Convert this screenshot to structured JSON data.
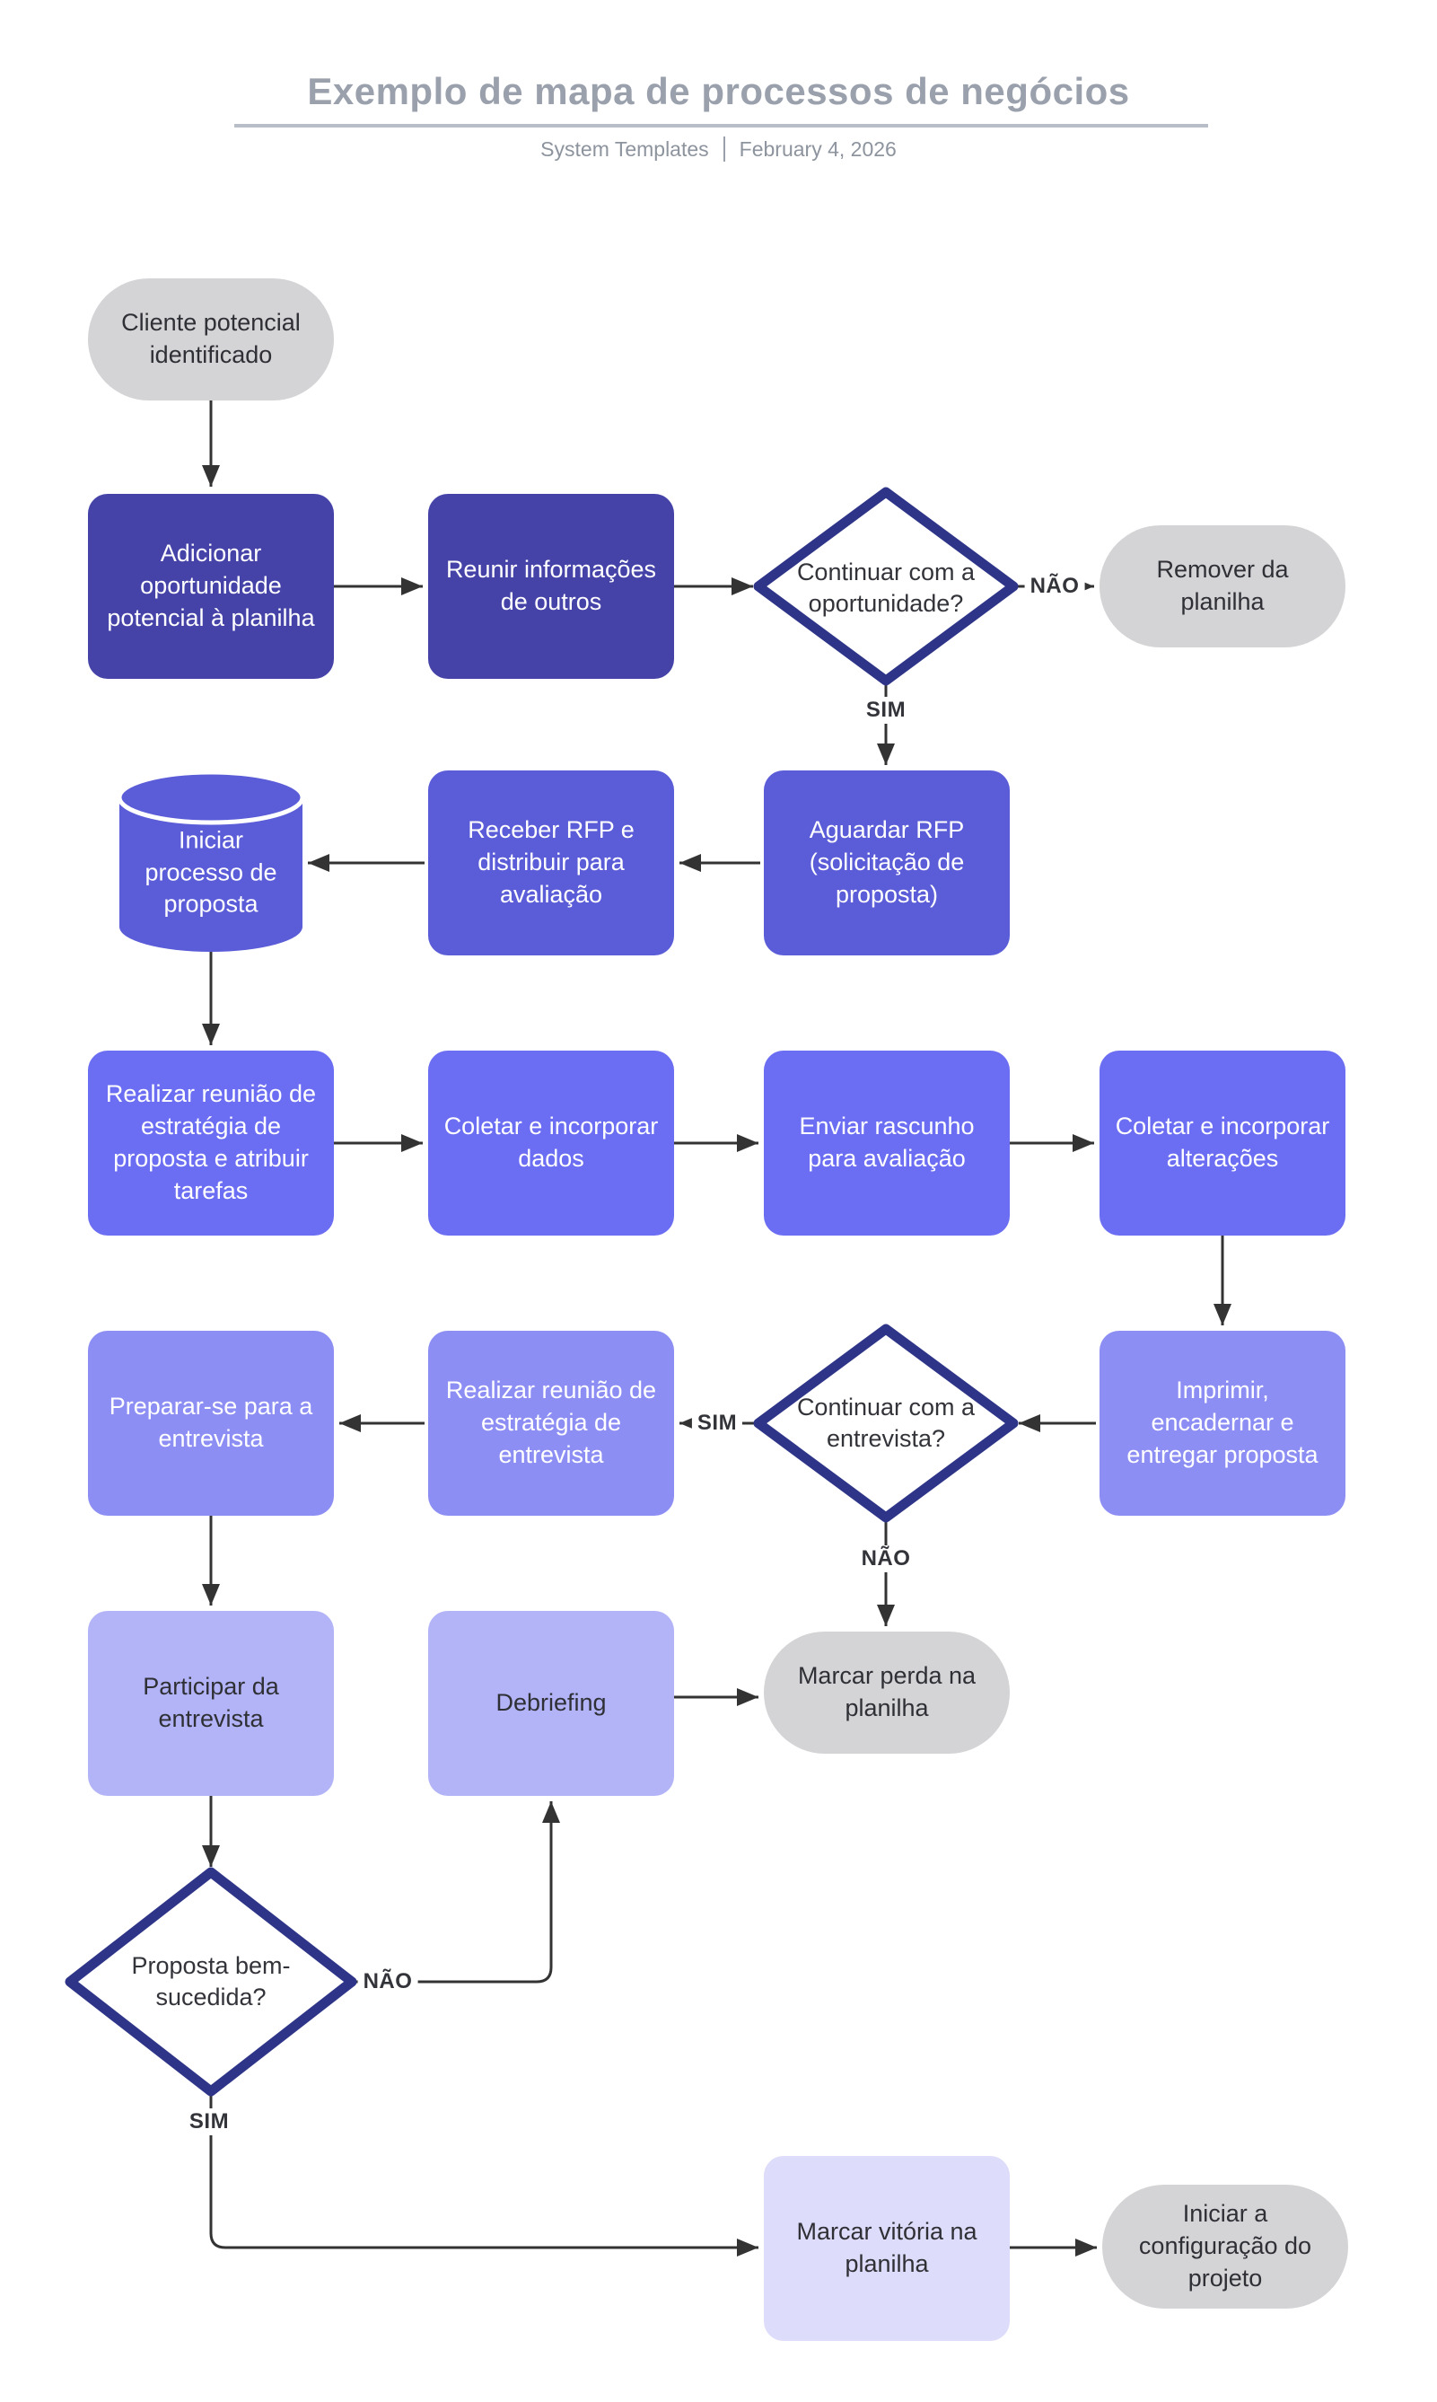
{
  "header": {
    "title": "Exemplo de mapa de processos de negócios",
    "subtitle_left": "System Templates",
    "subtitle_right": "February 4, 2026"
  },
  "labels": {
    "yes": "SIM",
    "no": "NÃO"
  },
  "nodes": {
    "start": {
      "type": "terminal",
      "label": "Cliente potencial identificado"
    },
    "add_opportunity": {
      "type": "process",
      "label": "Adicionar oportunidade potencial à planilha"
    },
    "gather_info": {
      "type": "process",
      "label": "Reunir informações de outros"
    },
    "d1": {
      "type": "decision",
      "label": "Continuar com a oportunidade?"
    },
    "remove": {
      "type": "terminal",
      "label": "Remover da planilha"
    },
    "wait_rfp": {
      "type": "process",
      "label": "Aguardar RFP (solicitação de proposta)"
    },
    "receive_rfp": {
      "type": "process",
      "label": "Receber RFP e distribuir para avaliação"
    },
    "start_proposal": {
      "type": "database",
      "label": "Iniciar processo de proposta"
    },
    "strategy_meeting": {
      "type": "process",
      "label": "Realizar reunião de estratégia de proposta e atribuir tarefas"
    },
    "collect_data": {
      "type": "process",
      "label": "Coletar e incorporar dados"
    },
    "send_draft": {
      "type": "process",
      "label": "Enviar rascunho para avaliação"
    },
    "collect_changes": {
      "type": "process",
      "label": "Coletar e incorporar alterações"
    },
    "print_bind": {
      "type": "process",
      "label": "Imprimir, encadernar e entregar proposta"
    },
    "d2": {
      "type": "decision",
      "label": "Continuar com a entrevista?"
    },
    "interview_strategy": {
      "type": "process",
      "label": "Realizar reunião de estratégia de entrevista"
    },
    "prepare_interview": {
      "type": "process",
      "label": "Preparar-se para a entrevista"
    },
    "attend_interview": {
      "type": "process",
      "label": "Participar da entrevista"
    },
    "debriefing": {
      "type": "process",
      "label": "Debriefing"
    },
    "mark_loss": {
      "type": "terminal",
      "label": "Marcar perda na planilha"
    },
    "d3": {
      "type": "decision",
      "label": "Proposta bem-sucedida?"
    },
    "mark_win": {
      "type": "process",
      "label": "Marcar vitória na planilha"
    },
    "project_setup": {
      "type": "terminal",
      "label": "Iniciar a configuração do projeto"
    }
  },
  "colors": {
    "stage1": "#4543a8",
    "stage2": "#5a5cd8",
    "stage3": "#6b6df2",
    "stage4": "#8c8ef4",
    "stage5": "#b3b4f7",
    "stage6": "#dddcfa",
    "terminal_gray": "#d4d4d7",
    "diamond_border": "#2e3588",
    "arrow": "#333333",
    "title_gray": "#9aa1ad"
  }
}
